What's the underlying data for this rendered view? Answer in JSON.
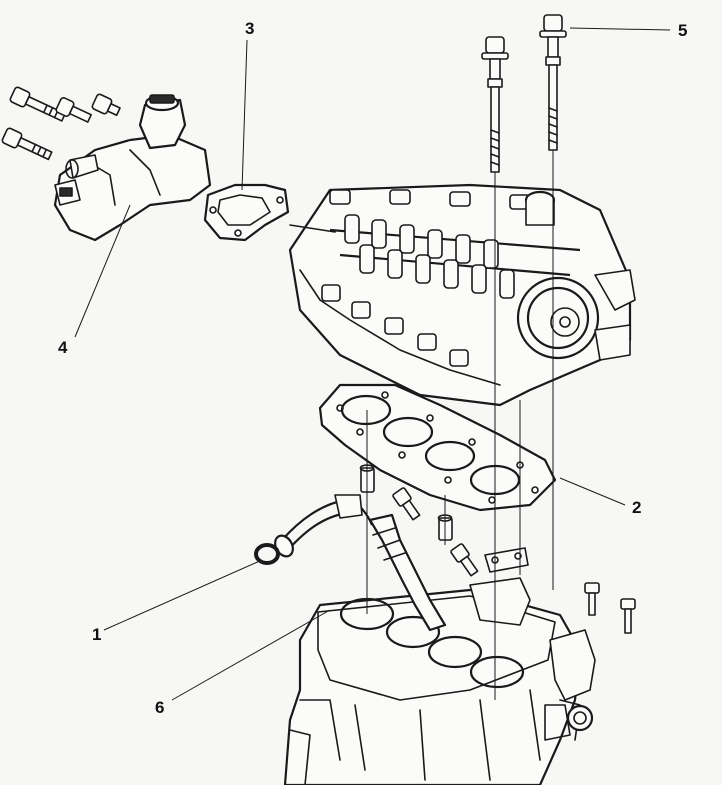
{
  "diagram": {
    "callouts": [
      {
        "id": "1",
        "label": "1"
      },
      {
        "id": "2",
        "label": "2"
      },
      {
        "id": "3",
        "label": "3"
      },
      {
        "id": "4",
        "label": "4"
      },
      {
        "id": "5",
        "label": "5"
      },
      {
        "id": "6",
        "label": "6"
      }
    ]
  },
  "colors": {
    "ink": "#1a1a1a",
    "paper": "#f7f7f5"
  }
}
